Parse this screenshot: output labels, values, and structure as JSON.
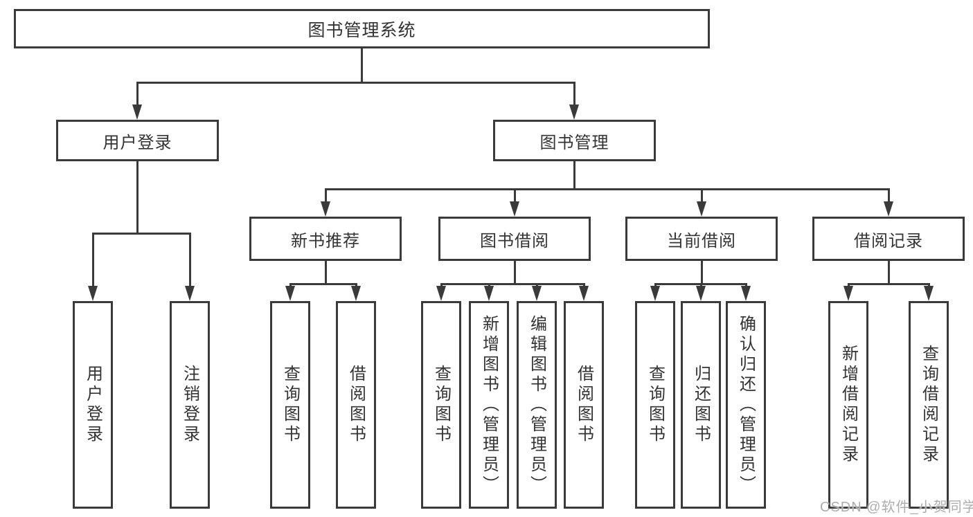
{
  "tree": {
    "label": "图书管理系统",
    "children": [
      {
        "label": "用户登录",
        "children": [
          {
            "label": "用户登录"
          },
          {
            "label": "注销登录"
          }
        ]
      },
      {
        "label": "图书管理",
        "children": [
          {
            "label": "新书推荐",
            "children": [
              {
                "label": "查询图书"
              },
              {
                "label": "借阅图书"
              }
            ]
          },
          {
            "label": "图书借阅",
            "children": [
              {
                "label": "查询图书"
              },
              {
                "label": "新增图书（管理员）"
              },
              {
                "label": "编辑图书（管理员）"
              },
              {
                "label": "借阅图书"
              }
            ]
          },
          {
            "label": "当前借阅",
            "children": [
              {
                "label": "查询图书"
              },
              {
                "label": "归还图书"
              },
              {
                "label": "确认归还（管理员）"
              }
            ]
          },
          {
            "label": "借阅记录",
            "children": [
              {
                "label": "新增借阅记录"
              },
              {
                "label": "查询借阅记录"
              }
            ]
          }
        ]
      }
    ]
  },
  "watermark": {
    "text": "CSDN @软件_小贺同学"
  },
  "colors": {
    "line": "#3a3a3a",
    "text": "#333333",
    "watermark": "#adadad",
    "background": "#ffffff"
  }
}
